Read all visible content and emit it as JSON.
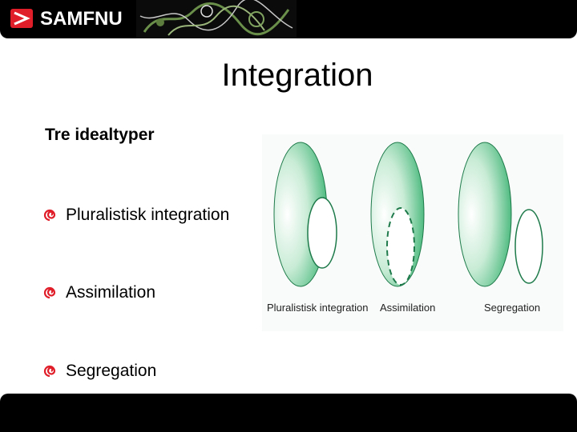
{
  "header": {
    "logo_text": "SAMFNU",
    "logo_color": "#e01e2a"
  },
  "slide": {
    "title": "Integration",
    "subtitle": "Tre idealtyper",
    "bullets": [
      {
        "label": "Pluralistisk integration",
        "icon": "swirl-bullet-icon"
      },
      {
        "label": "Assimilation",
        "icon": "swirl-bullet-icon"
      },
      {
        "label": "Segregation",
        "icon": "swirl-bullet-icon"
      }
    ],
    "bullet_color": "#e01e2a"
  },
  "diagram": {
    "labels": [
      "Pluralistisk integration",
      "Assimilation",
      "Segregation"
    ],
    "majority_color": "#3cb878",
    "minority_color": "#ffffff"
  }
}
